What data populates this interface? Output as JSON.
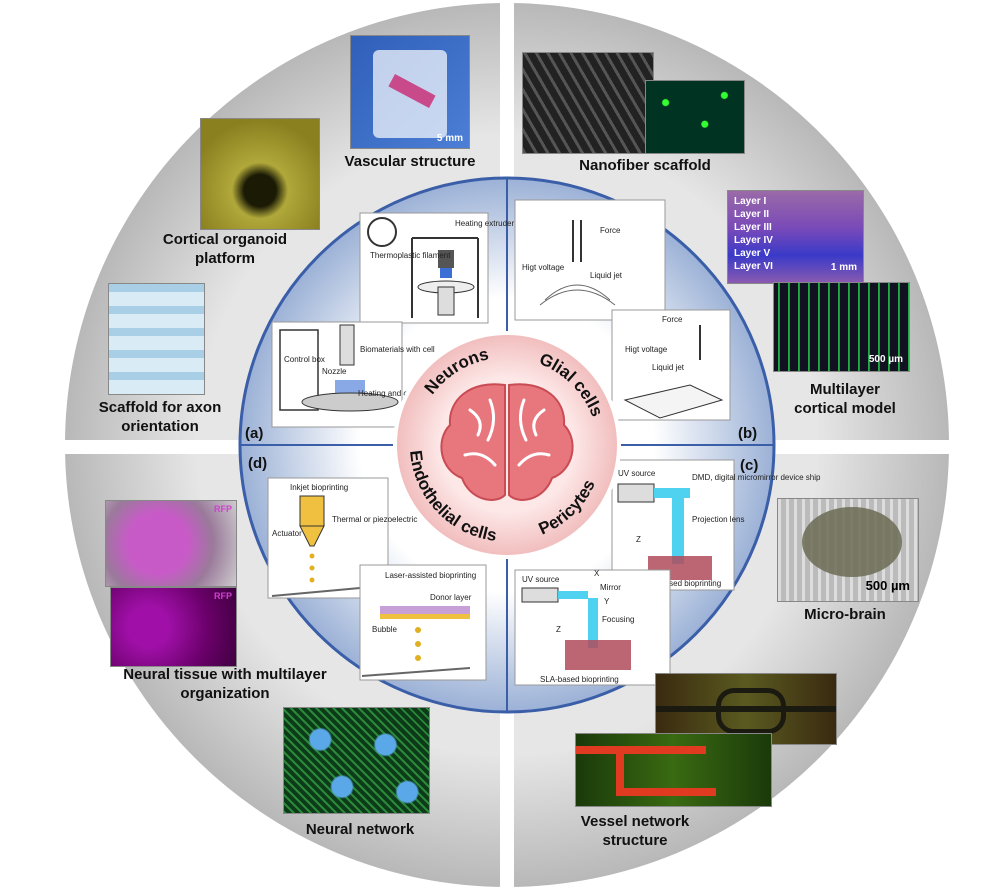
{
  "center": {
    "cell_types": [
      "Neurons",
      "Glial cells",
      "Endothelial cells",
      "Pericytes"
    ]
  },
  "panels": {
    "a": {
      "tag": "(a)",
      "labels": [
        "Thermoplastic filament",
        "Heating extruder",
        "Control box",
        "Nozzle",
        "Biomaterials with cell",
        "Heating and cooling stage"
      ]
    },
    "b": {
      "tag": "(b)",
      "labels": [
        "Force",
        "Higt voltage",
        "Liquid jet",
        "Force",
        "Higt voltage",
        "Liquid jet"
      ]
    },
    "c": {
      "tag": "(c)",
      "labels": [
        "UV source",
        "DMD, digital micromirror device ship",
        "Projection lens",
        "Z",
        "DLP-based bioprinting",
        "UV source",
        "X",
        "Mirror",
        "Y",
        "Focusing",
        "Z",
        "SLA-based bioprinting"
      ]
    },
    "d": {
      "tag": "(d)",
      "labels": [
        "Inkjet bioprinting",
        "Actuator",
        "Thermal or piezoelectric",
        "Laser-assisted bioprinting",
        "Donor layer",
        "Bubble"
      ]
    }
  },
  "outer": {
    "vascular": {
      "label": "Vascular structure",
      "scale": "5 mm"
    },
    "nanofiber": {
      "label": "Nanofiber scaffold"
    },
    "organoid": {
      "label": "Cortical organoid platform"
    },
    "axon": {
      "label": "Scaffold for axon orientation"
    },
    "multilayer": {
      "label": "Multilayer cortical model",
      "layers": [
        "Layer I",
        "Layer II",
        "Layer III",
        "Layer IV",
        "Layer V",
        "Layer VI"
      ],
      "scale1": "1 mm",
      "scale2": "500 µm"
    },
    "microbrain": {
      "label": "Micro-brain",
      "scale": "500 µm"
    },
    "neural_tissue": {
      "label": "Neural tissue with multilayer organization",
      "rfp": "RFP"
    },
    "neural_network": {
      "label": "Neural network"
    },
    "vessel": {
      "label": "Vessel network structure"
    }
  },
  "colors": {
    "ring": "#cfcfcf",
    "inner_disk": "#9bb1d6",
    "inner_border": "#3a5ea8",
    "center_disk": "#f3c9c9",
    "brain": "#e8777d"
  }
}
